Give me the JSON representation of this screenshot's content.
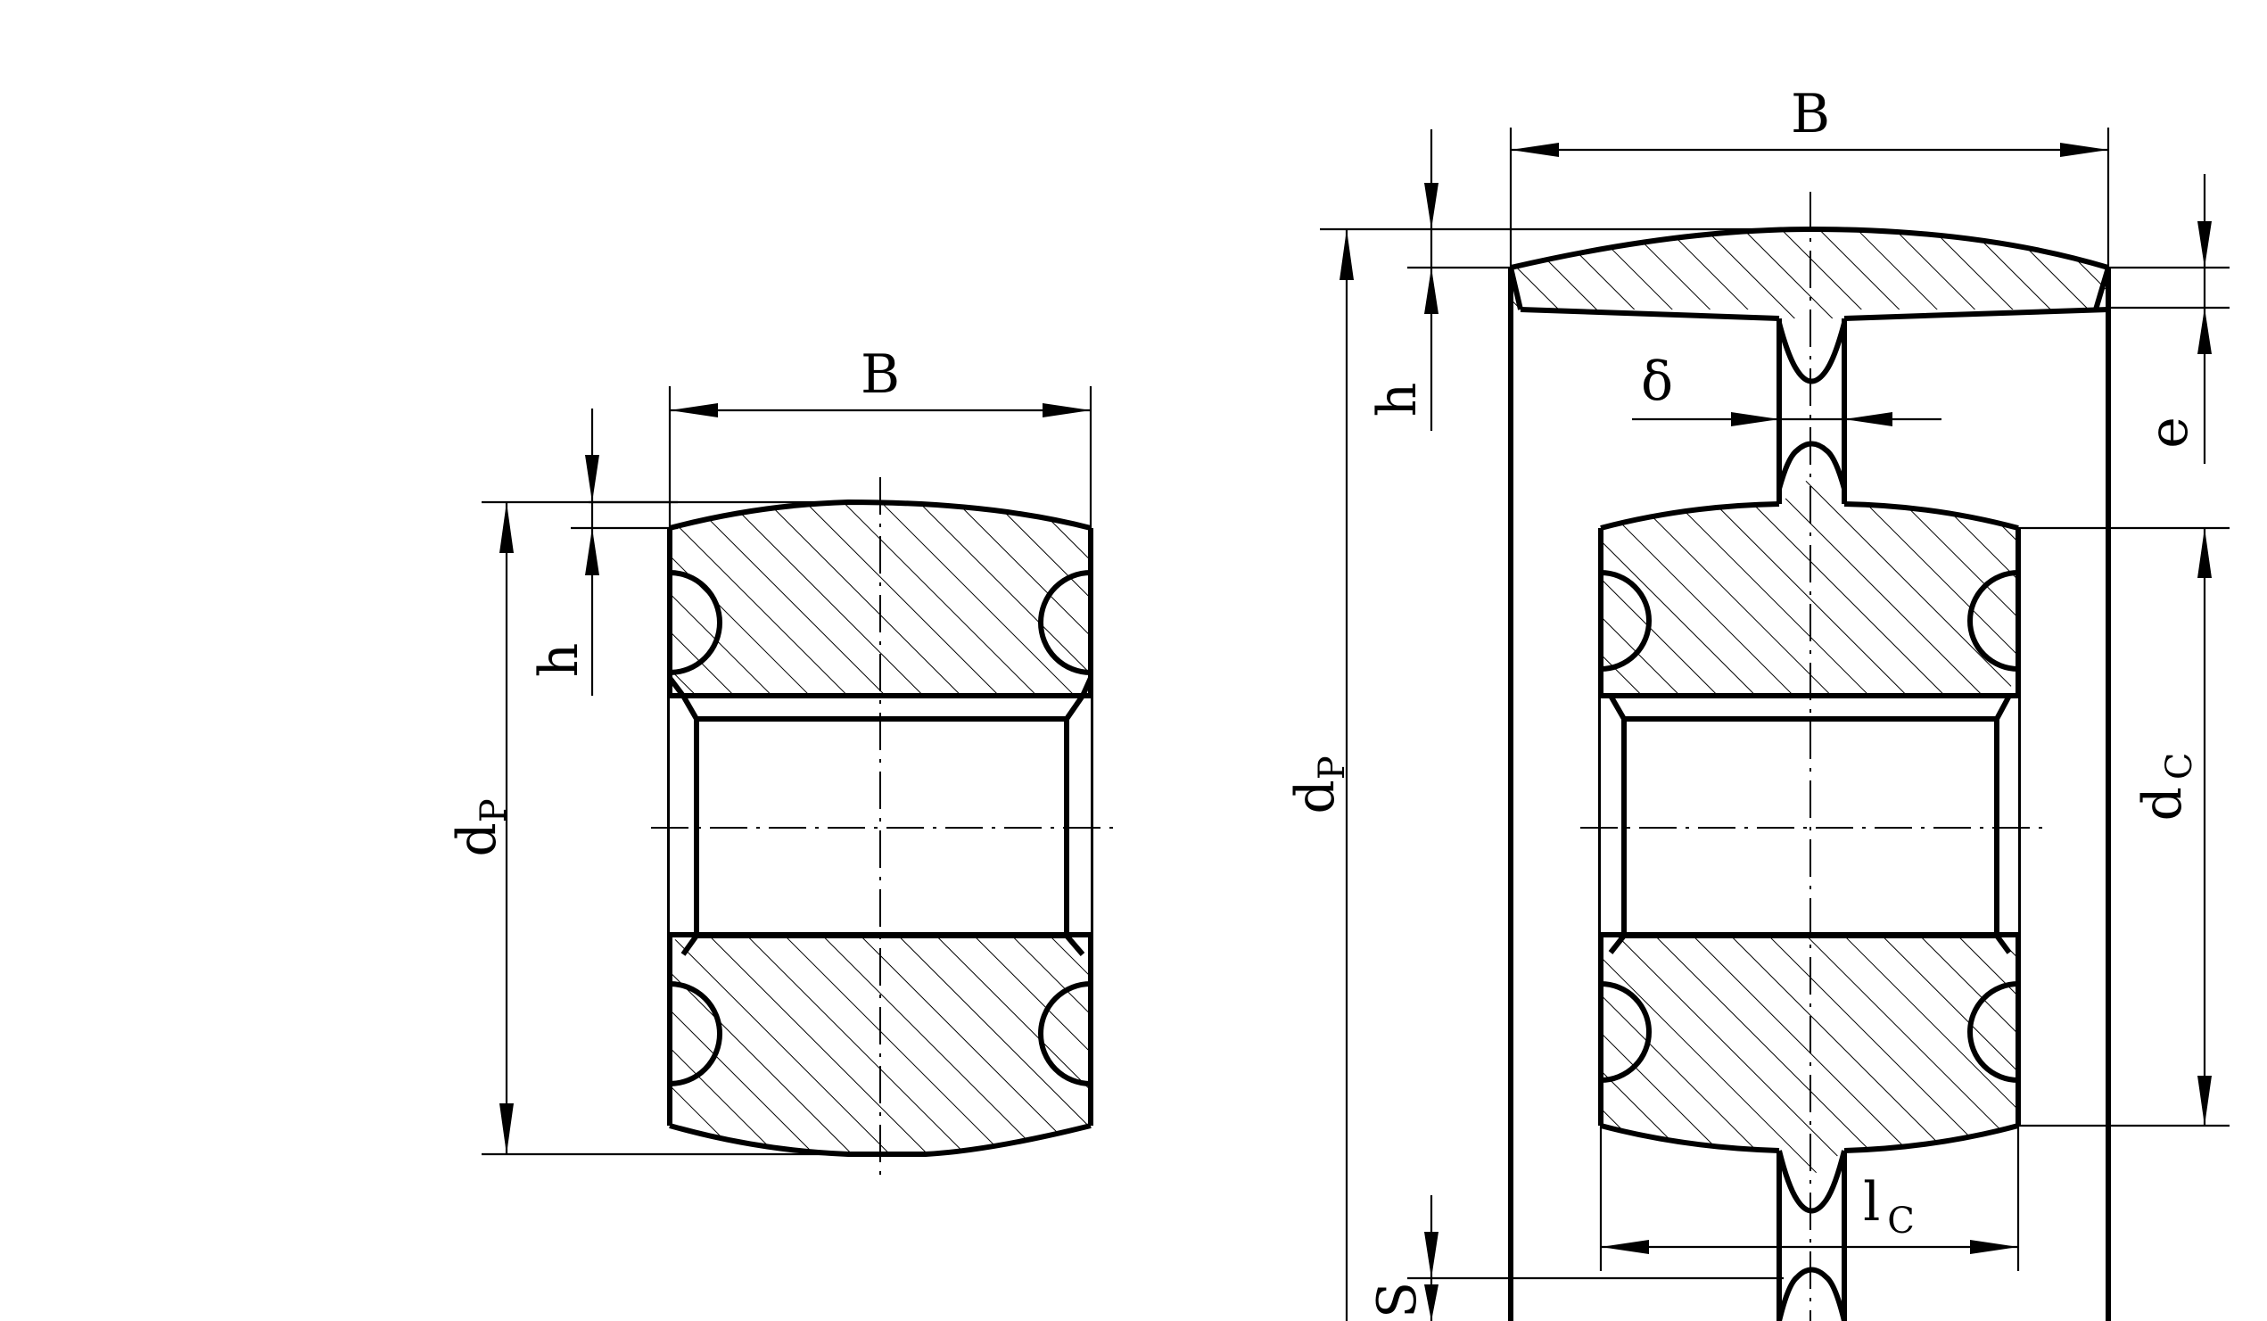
{
  "colors": {
    "line": "#000000",
    "background": "#ffffff"
  },
  "left_view": {
    "width_label": "B",
    "flange_height_label": "h",
    "diameter_label": {
      "base": "d",
      "subscript": "P"
    }
  },
  "right_view": {
    "width_label": "B",
    "flange_height_label": "h",
    "web_thickness_label": "δ",
    "offset_label": "e",
    "hub_diameter_label": {
      "base": "d",
      "subscript": "C"
    },
    "outer_diameter_label": {
      "base": "d",
      "subscript": "P"
    },
    "hub_length_label": {
      "base": "l",
      "subscript": "C"
    },
    "bottom_label": "S"
  }
}
